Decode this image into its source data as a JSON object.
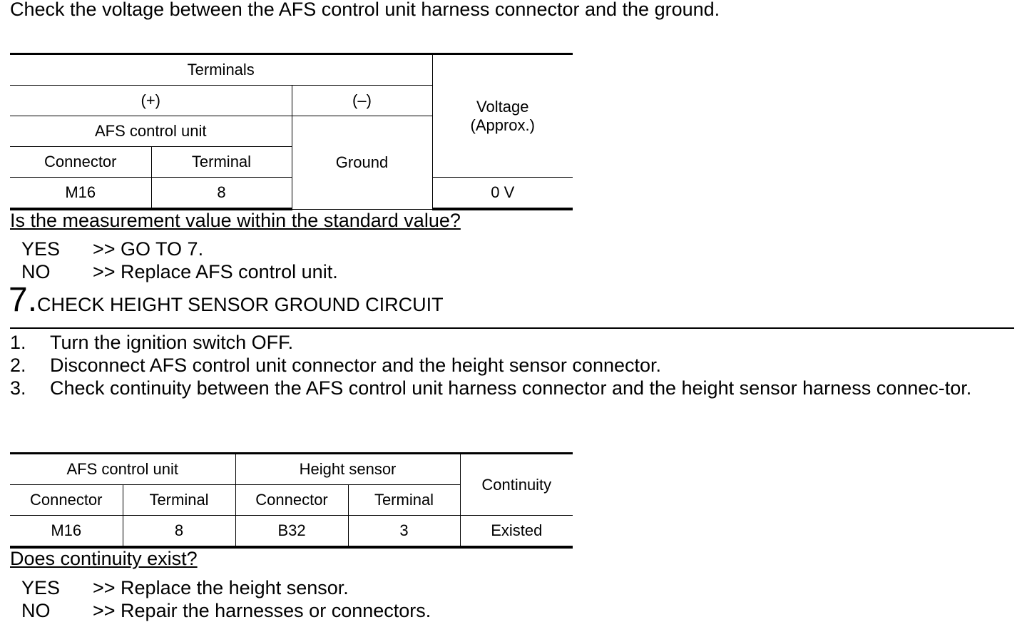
{
  "intro_text": "Check the voltage between the AFS control unit harness connector and the ground.",
  "table1": {
    "terminals_header": "Terminals",
    "plus_header": "(+)",
    "minus_header": "(–)",
    "voltage_header_line1": "Voltage",
    "voltage_header_line2": "(Approx.)",
    "afs_header": "AFS control unit",
    "connector_header": "Connector",
    "terminal_header": "Terminal",
    "ground_label": "Ground",
    "row": {
      "connector": "M16",
      "terminal": "8",
      "voltage": "0 V"
    }
  },
  "question1": "Is the measurement value within the standard value?",
  "answers1": [
    {
      "key": "YES",
      "value": ">> GO TO 7."
    },
    {
      "key": "NO",
      "value": ">> Replace AFS control unit."
    }
  ],
  "step7": {
    "number": "7",
    "dot": ".",
    "title": "CHECK HEIGHT SENSOR GROUND CIRCUIT"
  },
  "steps": [
    {
      "num": "1.",
      "text": "Turn the ignition switch OFF."
    },
    {
      "num": "2.",
      "text": "Disconnect AFS control unit connector and the height sensor connector."
    },
    {
      "num": "3.",
      "text": "Check continuity between the AFS control unit harness connector and the height sensor harness connec-tor."
    }
  ],
  "table2": {
    "afs_header": "AFS control unit",
    "height_header": "Height sensor",
    "continuity_header": "Continuity",
    "connector_header": "Connector",
    "terminal_header": "Terminal",
    "row": {
      "afs_connector": "M16",
      "afs_terminal": "8",
      "hs_connector": "B32",
      "hs_terminal": "3",
      "continuity": "Existed"
    }
  },
  "question2": "Does continuity exist?",
  "answers2": [
    {
      "key": "YES",
      "value": ">> Replace the height sensor."
    },
    {
      "key": "NO",
      "value": ">> Repair the harnesses or connectors."
    }
  ]
}
